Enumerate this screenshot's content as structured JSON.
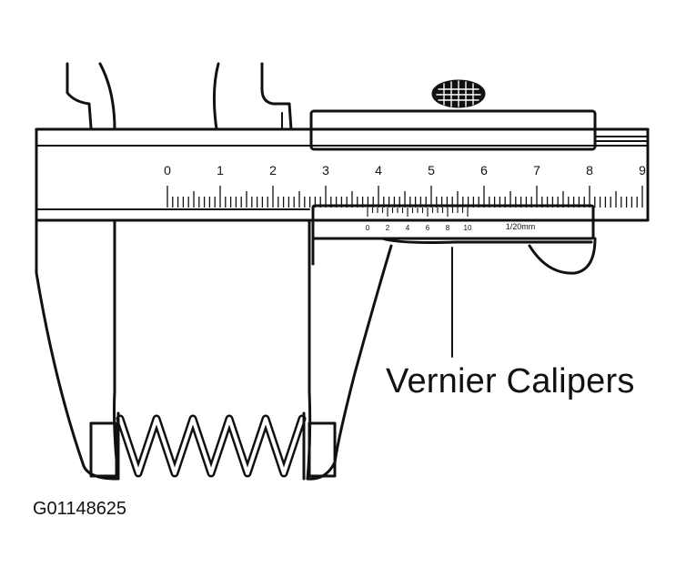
{
  "diagram": {
    "callout": "Vernier Calipers",
    "figure_id": "G01148625",
    "main_scale_numbers": [
      "0",
      "1",
      "2",
      "3",
      "4",
      "5",
      "6",
      "7",
      "8",
      "9"
    ],
    "vernier_scale_numbers": [
      "0",
      "2",
      "4",
      "6",
      "8",
      "10"
    ],
    "vernier_resolution_label": "1/20mm",
    "line_color": "#111111",
    "background_color": "#ffffff"
  }
}
